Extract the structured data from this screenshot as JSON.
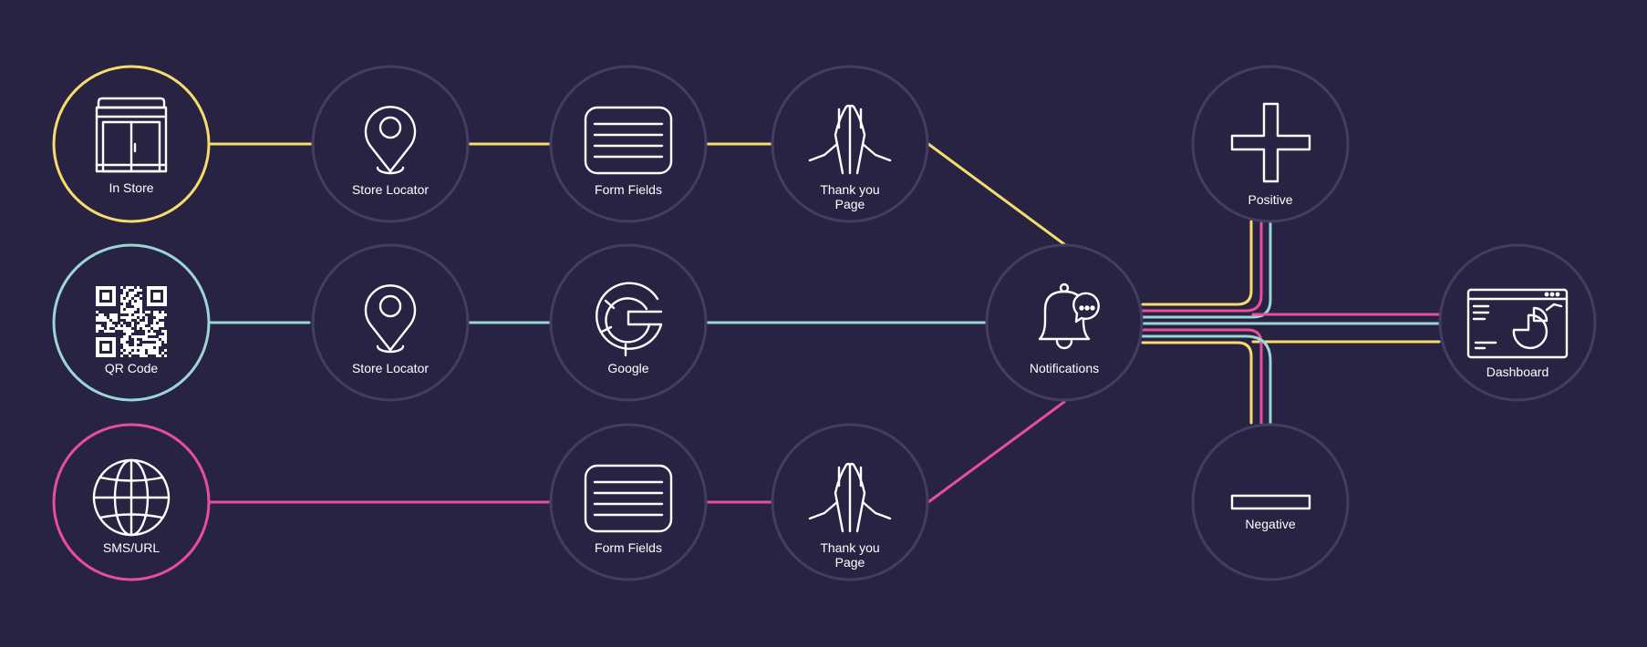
{
  "colors": {
    "background": "#282343",
    "node_ring": "#433d63",
    "icon": "#ffffff",
    "label": "#ffffff",
    "path_yellow": "#f6dc6b",
    "path_teal": "#9ad6d3",
    "path_pink": "#e84e9a"
  },
  "nodes": {
    "in_store": {
      "lines": [
        "In Store"
      ],
      "icon": "store-icon"
    },
    "store_locator_1": {
      "lines": [
        "Store Locator"
      ],
      "icon": "map-pin-icon"
    },
    "form_fields_1": {
      "lines": [
        "Form Fields"
      ],
      "icon": "form-icon"
    },
    "thank_you_1": {
      "lines": [
        "Thank you",
        "Page"
      ],
      "icon": "praying-hands-icon"
    },
    "qr_code": {
      "lines": [
        "QR Code"
      ],
      "icon": "qr-code-icon"
    },
    "store_locator_2": {
      "lines": [
        "Store Locator"
      ],
      "icon": "map-pin-icon"
    },
    "google": {
      "lines": [
        "Google"
      ],
      "icon": "google-icon"
    },
    "notifications": {
      "lines": [
        "Notifications"
      ],
      "icon": "bell-icon"
    },
    "sms_url": {
      "lines": [
        "SMS/URL"
      ],
      "icon": "globe-icon"
    },
    "form_fields_2": {
      "lines": [
        "Form Fields"
      ],
      "icon": "form-icon"
    },
    "thank_you_2": {
      "lines": [
        "Thank you",
        "Page"
      ],
      "icon": "praying-hands-icon"
    },
    "positive": {
      "lines": [
        "Positive"
      ],
      "icon": "plus-icon"
    },
    "negative": {
      "lines": [
        "Negative"
      ],
      "icon": "minus-icon"
    },
    "dashboard": {
      "lines": [
        "Dashboard"
      ],
      "icon": "dashboard-icon"
    }
  },
  "flows": [
    {
      "name": "in-store-flow",
      "color": "yellow",
      "nodes": [
        "in_store",
        "store_locator_1",
        "form_fields_1",
        "thank_you_1",
        "notifications"
      ]
    },
    {
      "name": "qr-code-flow",
      "color": "teal",
      "nodes": [
        "qr_code",
        "store_locator_2",
        "google",
        "notifications"
      ]
    },
    {
      "name": "sms-url-flow",
      "color": "pink",
      "nodes": [
        "sms_url",
        "form_fields_2",
        "thank_you_2",
        "notifications"
      ]
    }
  ],
  "outcome_routing": {
    "sources": [
      "notifications"
    ],
    "targets": [
      "positive",
      "negative",
      "dashboard"
    ],
    "colors": [
      "yellow",
      "teal",
      "pink"
    ]
  }
}
